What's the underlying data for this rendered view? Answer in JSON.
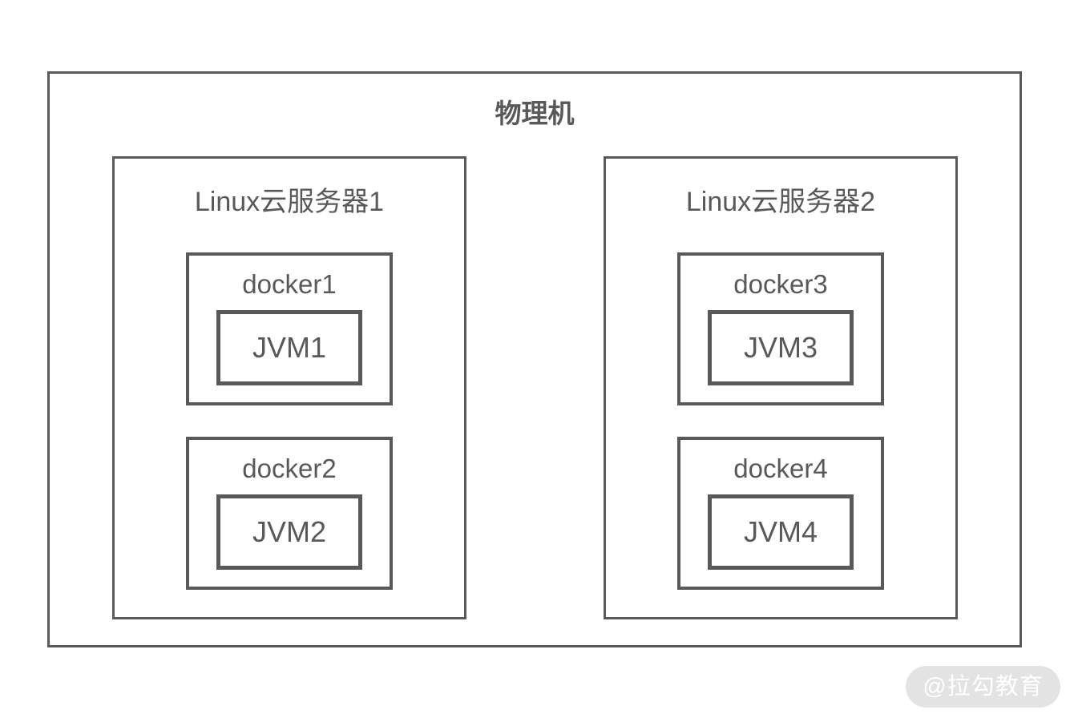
{
  "diagram": {
    "title": "物理机",
    "servers": [
      {
        "label": "Linux云服务器1",
        "containers": [
          {
            "label": "docker1",
            "jvm": "JVM1"
          },
          {
            "label": "docker2",
            "jvm": "JVM2"
          }
        ]
      },
      {
        "label": "Linux云服务器2",
        "containers": [
          {
            "label": "docker3",
            "jvm": "JVM3"
          },
          {
            "label": "docker4",
            "jvm": "JVM4"
          }
        ]
      }
    ]
  },
  "watermark": {
    "text": "@拉勾教育"
  },
  "colors": {
    "line": "#595959",
    "text": "#595959",
    "background": "#ffffff",
    "watermark_bg": "#e2e2e2",
    "watermark_text": "#ffffff"
  }
}
